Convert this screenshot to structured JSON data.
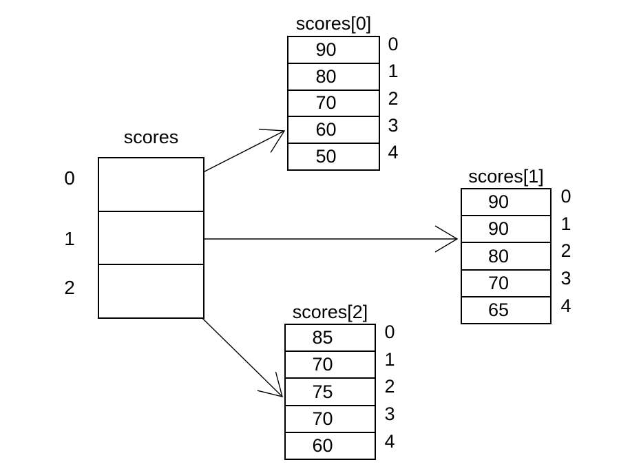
{
  "diagram": {
    "description": "jagged-array-of-arrays",
    "background_color": "#ffffff",
    "line_color": "#000000",
    "text_color": "#000000",
    "outer_array": {
      "label": "scores",
      "indices": [
        "0",
        "1",
        "2"
      ]
    },
    "inner_arrays": [
      {
        "label": "scores[0]",
        "values": [
          "90",
          "80",
          "70",
          "60",
          "50"
        ],
        "indices": [
          "0",
          "1",
          "2",
          "3",
          "4"
        ]
      },
      {
        "label": "scores[1]",
        "values": [
          "90",
          "90",
          "80",
          "70",
          "65"
        ],
        "indices": [
          "0",
          "1",
          "2",
          "3",
          "4"
        ]
      },
      {
        "label": "scores[2]",
        "values": [
          "85",
          "70",
          "75",
          "70",
          "60"
        ],
        "indices": [
          "0",
          "1",
          "2",
          "3",
          "4"
        ]
      }
    ]
  }
}
